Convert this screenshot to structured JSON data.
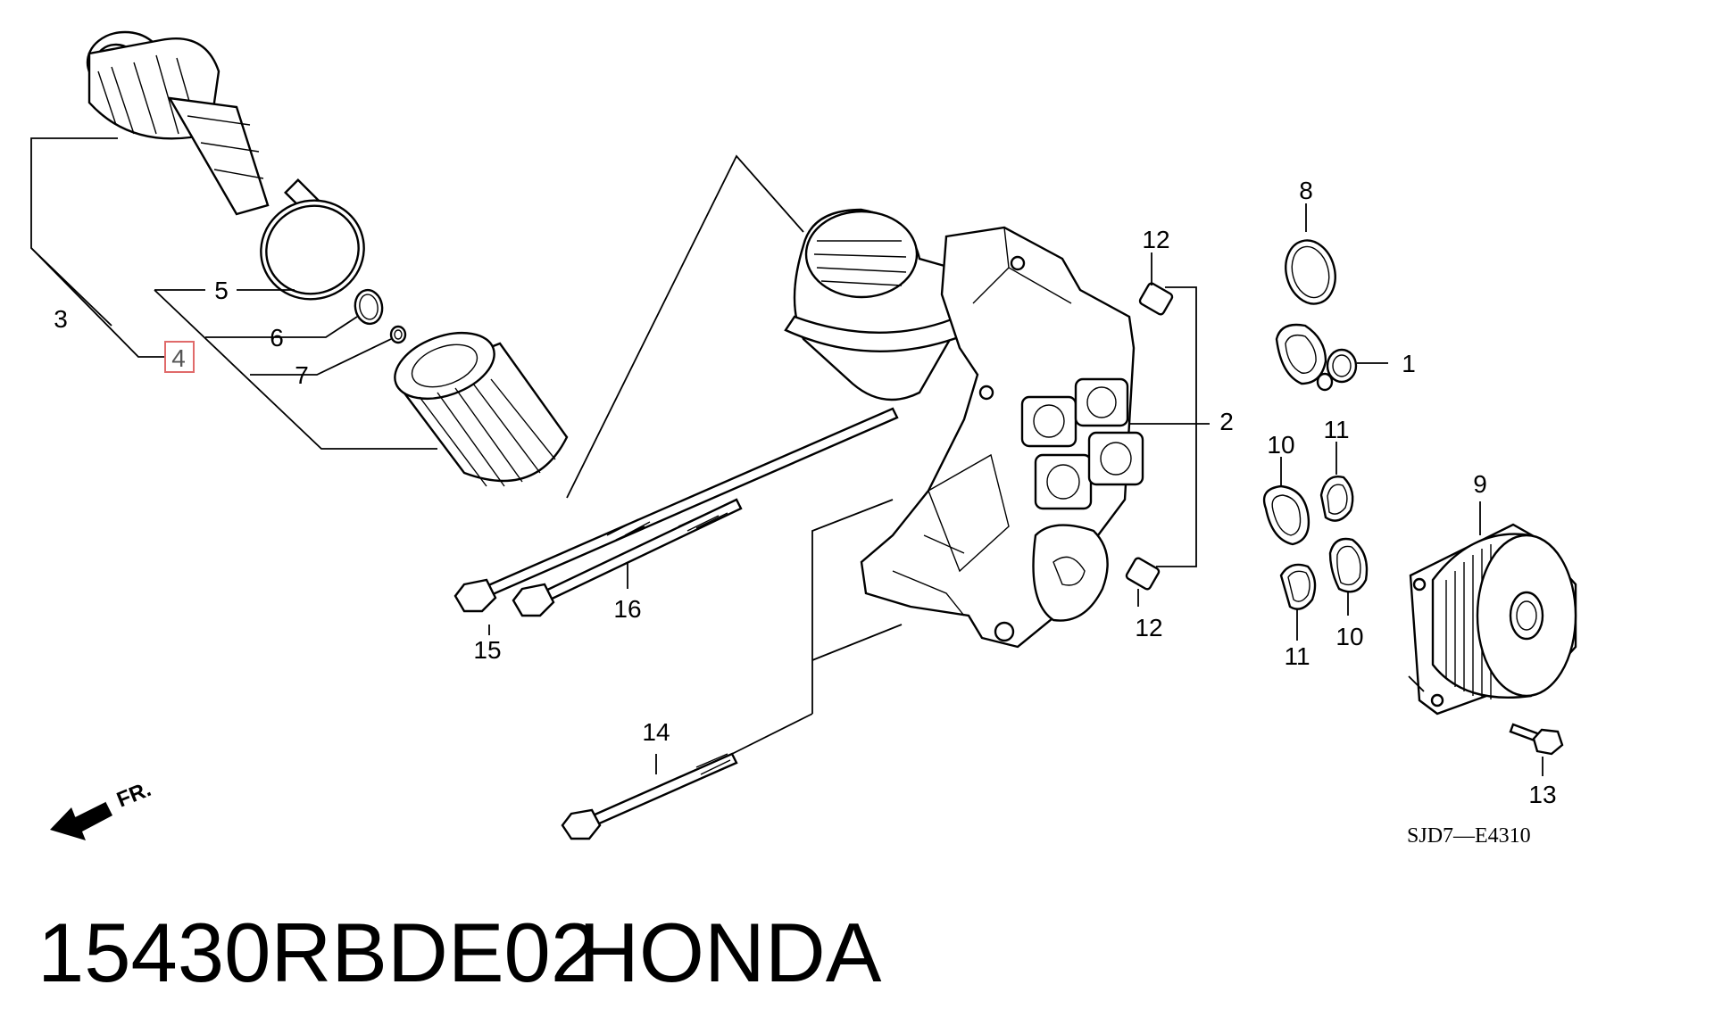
{
  "diagram": {
    "callouts": [
      "1",
      "2",
      "3",
      "4",
      "5",
      "6",
      "7",
      "8",
      "9",
      "10",
      "10",
      "11",
      "11",
      "12",
      "12",
      "13",
      "14",
      "15",
      "16"
    ],
    "highlighted_callout": "4",
    "direction_label": "FR.",
    "drawing_code": "SJD7—E4310"
  },
  "footer": {
    "part_number": "15430RBDE02",
    "brand": "HONDA"
  },
  "colors": {
    "line": "#000000",
    "highlight": "#e06a6a",
    "background": "#ffffff"
  }
}
